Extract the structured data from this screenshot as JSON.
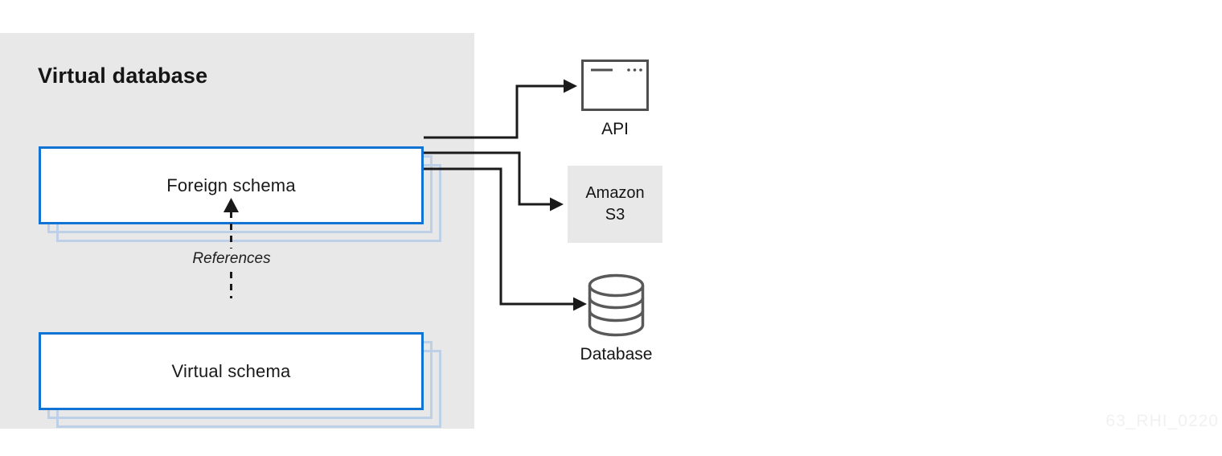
{
  "panel": {
    "title": "Virtual database",
    "foreign_schema_label": "Foreign schema",
    "virtual_schema_label": "Virtual schema",
    "references_label": "References"
  },
  "targets": {
    "api_label": "API",
    "s3_line1": "Amazon",
    "s3_line2": "S3",
    "database_label": "Database"
  },
  "watermark": "63_RHI_0220",
  "colors": {
    "panel_bg": "#e8e8e8",
    "box_border": "#1173d4",
    "stack": "#bdd0e7",
    "ink": "#1a1a1a",
    "icon": "#4f4f4f",
    "watermark": "#f0f1f2"
  }
}
